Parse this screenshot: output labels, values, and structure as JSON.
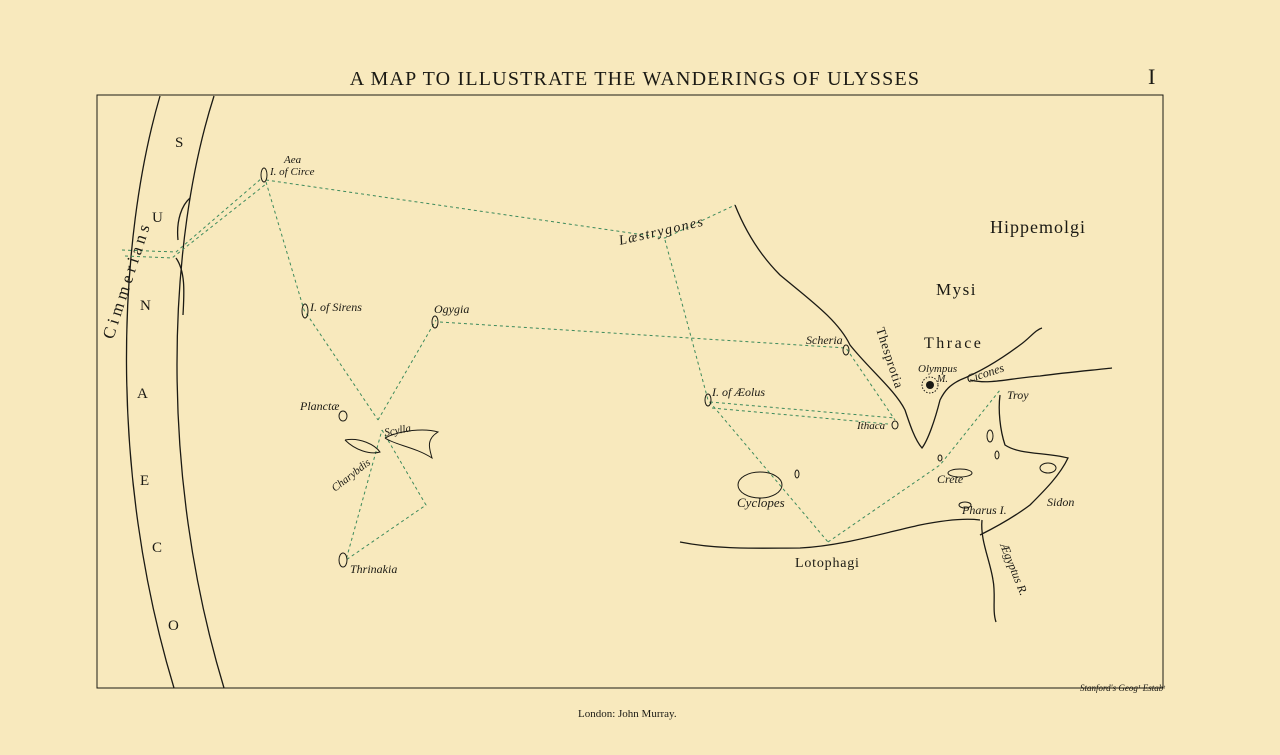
{
  "title": "A MAP TO ILLUSTRATE THE WANDERINGS OF ULYSSES",
  "plate_number": "I",
  "engraver": "Stanford's Geog¹ Estabᵗ",
  "publisher": "London: John Murray.",
  "ocean": {
    "name_letters": [
      "O",
      "C",
      "E",
      "A",
      "N",
      "U",
      "S"
    ],
    "people": "Cimmerians"
  },
  "places": {
    "aea": "Aea",
    "circe": "I. of Circe",
    "sirens": "I. of Sirens",
    "ogygia": "Ogygia",
    "planctae": "Planctæ",
    "scylla": "Scylla",
    "charybdis": "Charybdis",
    "thrinakia": "Thrinakia",
    "laestrygones": "Læstrygones",
    "aeolus": "I. of Æolus",
    "scheria": "Scheria",
    "ithaca": "Ithaca",
    "cyclopes": "Cyclopes",
    "lotophagi": "Lotophagi",
    "thesprotia": "Thesprotia",
    "olympus": "Olympus",
    "olympus_m": "M.",
    "cicones": "Cicones",
    "troy": "Troy",
    "crete": "Crete",
    "pharus": "Pharus I.",
    "sidon": "Sidon",
    "aegyptus": "Ægyptus R.",
    "hippemolgi": "Hippemolgi",
    "mysi": "Mysi",
    "thrace": "Thrace"
  },
  "colors": {
    "paper": "#f8e9bd",
    "ink": "#1b1a14",
    "route": "#3d8a5c"
  }
}
